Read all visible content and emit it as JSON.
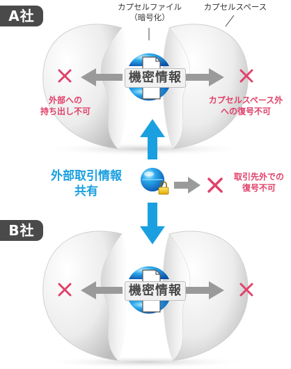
{
  "companies": {
    "a": "A社",
    "b": "B社"
  },
  "labels": {
    "capsule_file": "カプセルファイル",
    "capsule_file_sub": "（暗号化）",
    "capsule_space": "カプセルスペース",
    "confidential": "機密情報"
  },
  "warnings": {
    "no_take_out_line1": "外部への",
    "no_take_out_line2": "持ち出し不可",
    "no_decrypt_outside_line1": "カプセルスペース外",
    "no_decrypt_outside_line2": "への復号不可",
    "no_decrypt_recipient_line1": "取引先外での",
    "no_decrypt_recipient_line2": "復号不可"
  },
  "share": {
    "line1": "外部取引情報",
    "line2": "共有"
  },
  "colors": {
    "red_mark": "#e0416a",
    "blue_arrow": "#1aa0e0",
    "gray_arrow": "#9a9a9a",
    "tag_bg": "#4a4a4a"
  },
  "icons": [
    "cross-icon",
    "lock-icon",
    "document-icon",
    "arrow-icon"
  ]
}
